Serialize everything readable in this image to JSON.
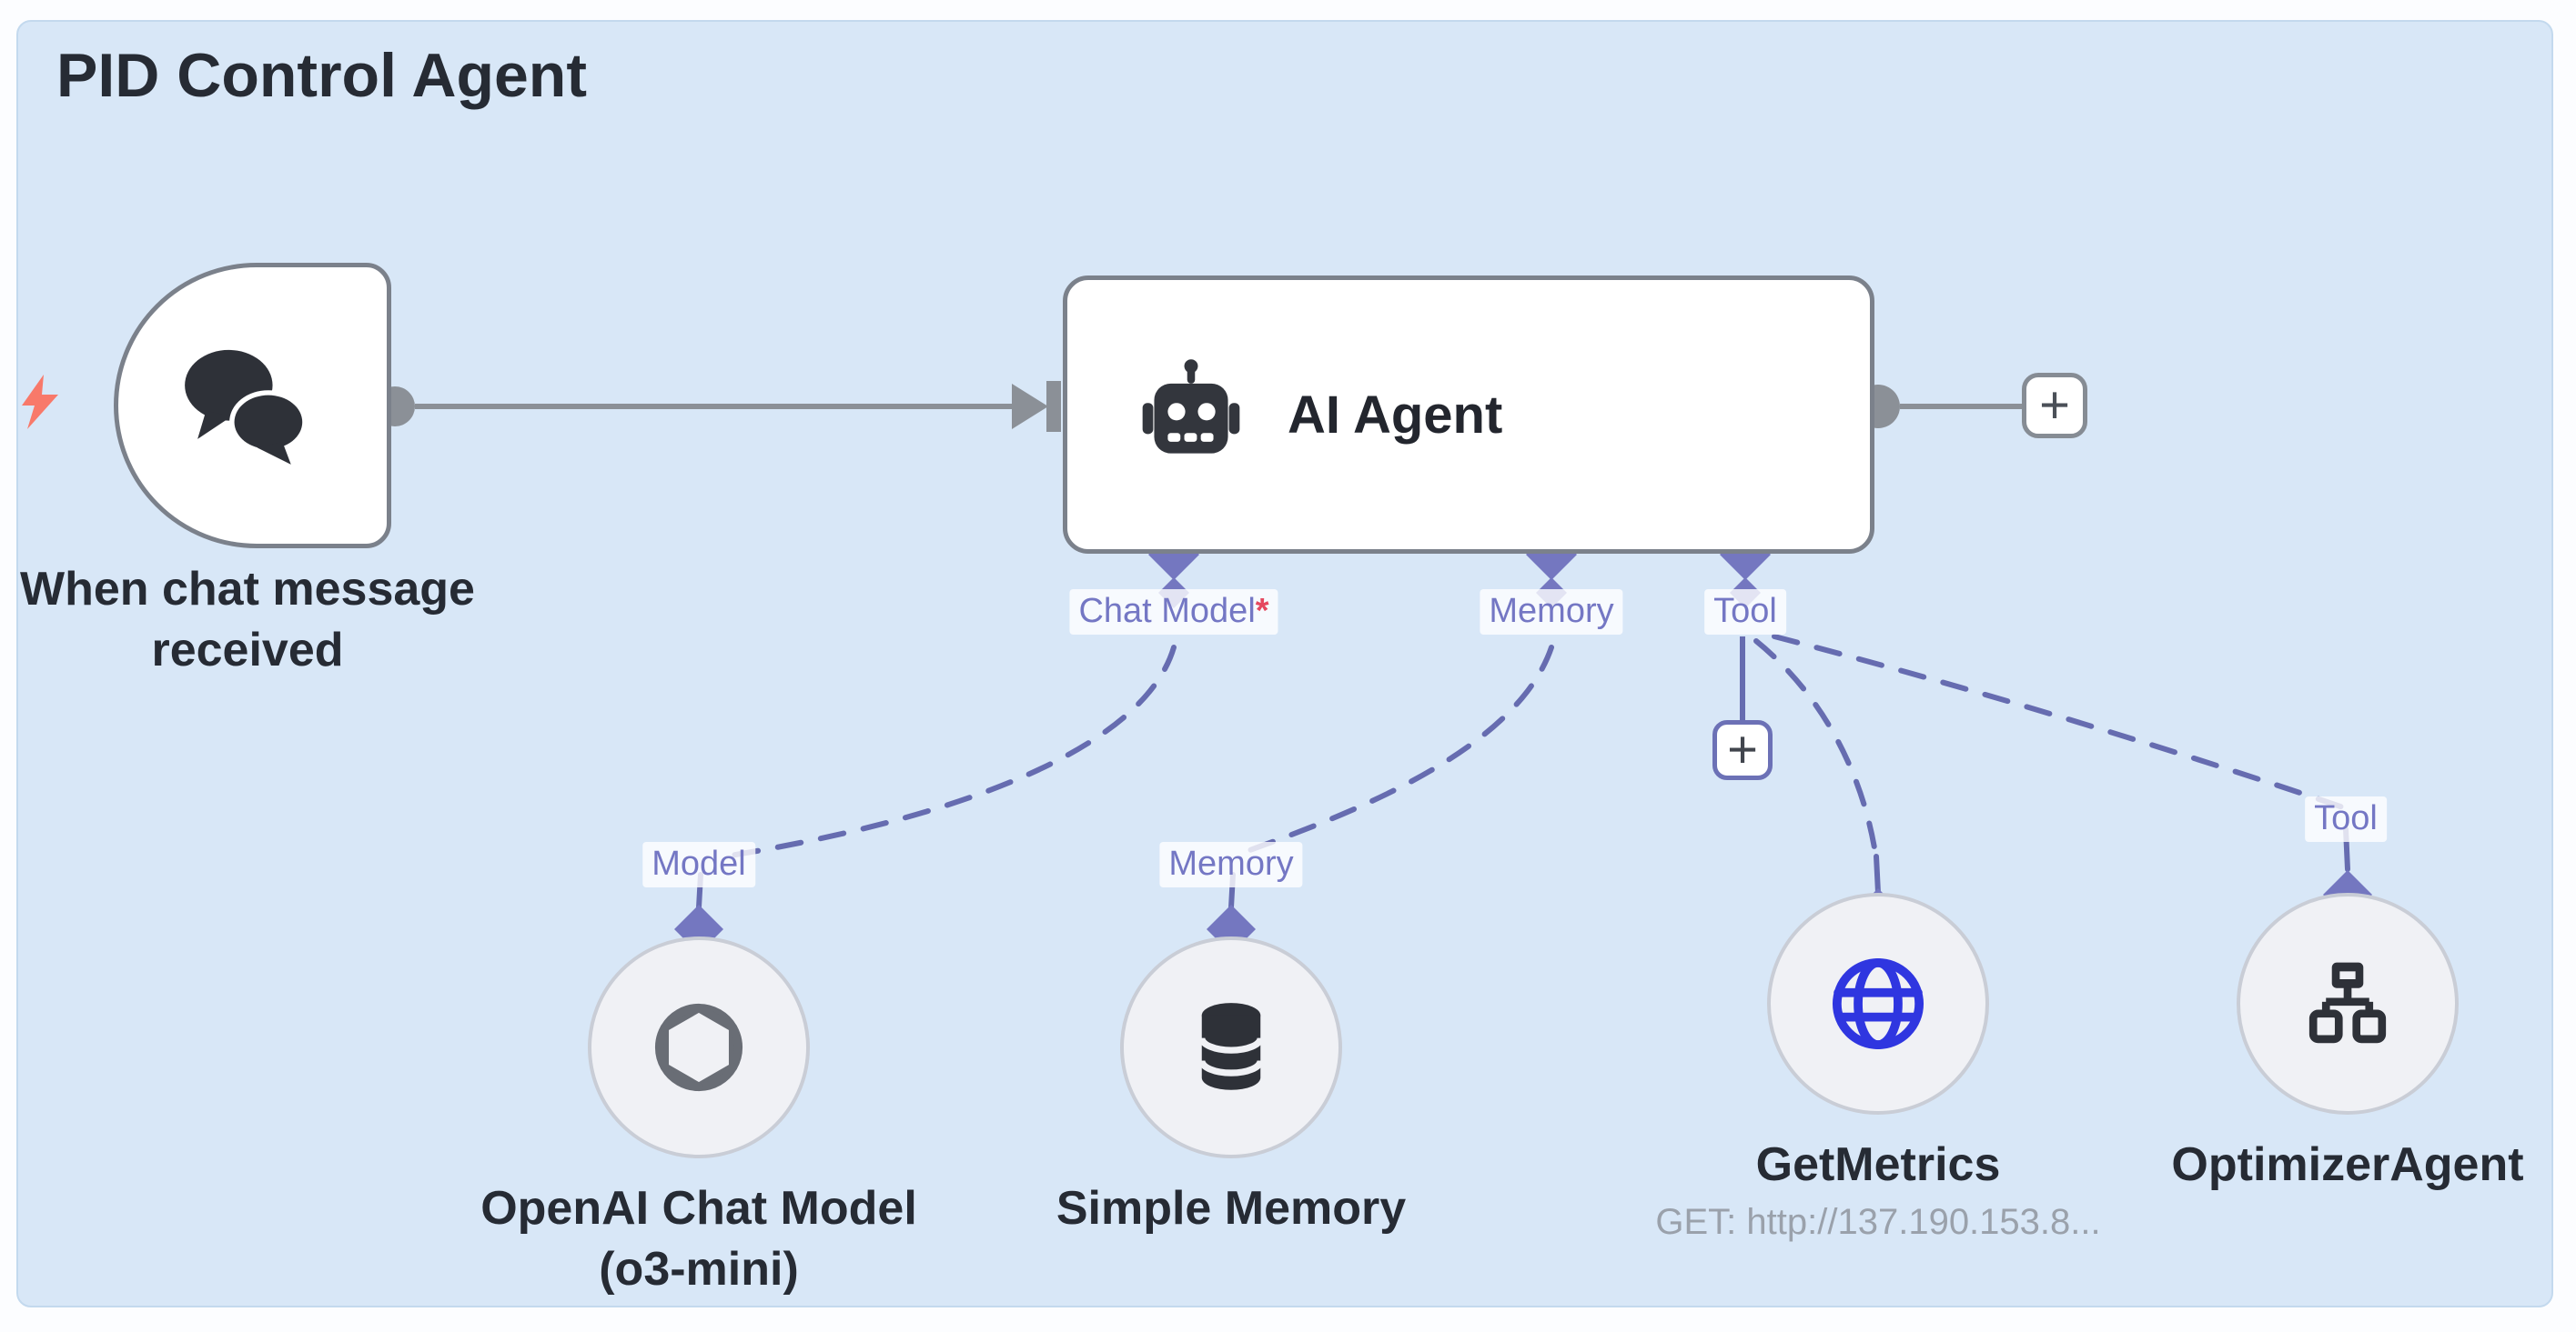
{
  "title": "PID Control Agent",
  "plus": "+",
  "trigger": {
    "line1": "When chat message",
    "line2": "received"
  },
  "agent": {
    "name": "AI Agent",
    "ports": [
      {
        "label": "Chat Model",
        "required": "*"
      },
      {
        "label": "Memory",
        "required": ""
      },
      {
        "label": "Tool",
        "required": ""
      }
    ]
  },
  "subnodes": [
    {
      "port": "Model",
      "line1": "OpenAI Chat Model",
      "line2": "(o3-mini)",
      "icon": "openai-logo"
    },
    {
      "port": "Memory",
      "line1": "Simple Memory",
      "icon": "database"
    },
    {
      "line1": "GetMetrics",
      "sub": "GET: http://137.190.153.8...",
      "icon": "globe"
    },
    {
      "port": "Tool",
      "line1": "OptimizerAgent",
      "icon": "sitemap"
    }
  ],
  "colors": {
    "sticky_bg": "#d8e7f7",
    "connector_gray": "#8b9097",
    "connector_purple": "#666cb0",
    "port_diamond": "#7477c0",
    "required_red": "#e5485f",
    "trigger_bolt": "#f8796a",
    "globe_blue": "#2f36e0",
    "icon_dark": "#2e3138"
  }
}
